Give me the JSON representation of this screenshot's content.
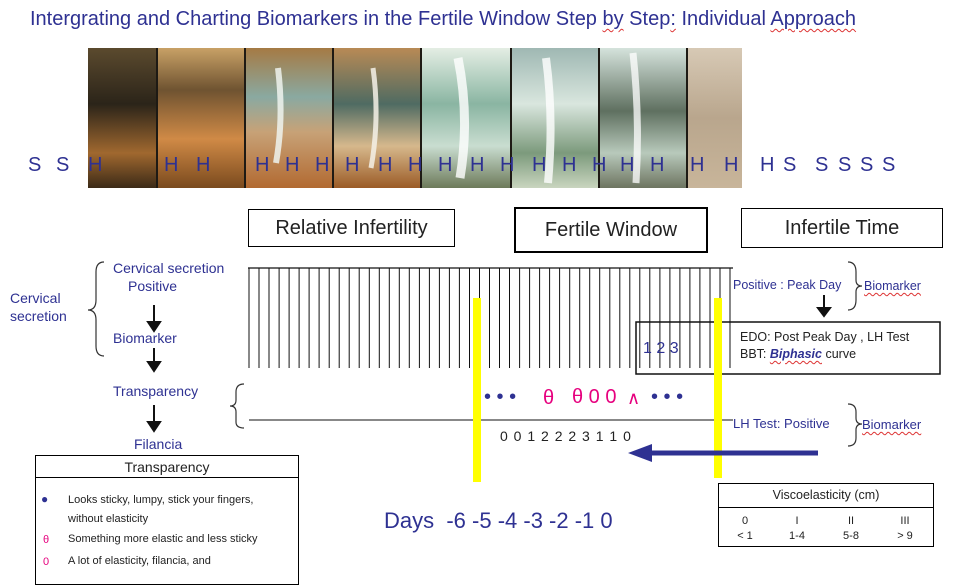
{
  "title": {
    "prefix": "Intergrating and Charting Biomarkers in the Fertile Window Step ",
    "by": "by",
    "mid": " Step",
    "colon": ":",
    "mid2": " Individual  ",
    "approach": "Approach"
  },
  "photo_letters": [
    "S",
    "S",
    "H",
    "H",
    "H",
    "H",
    "H",
    "H",
    "H",
    "H",
    "H",
    "H",
    "H",
    "H",
    "H",
    "H",
    "H",
    "H",
    "H",
    "H",
    "H",
    "H",
    "S",
    "S",
    "S",
    "S",
    "S"
  ],
  "phase_boxes": {
    "relative": "Relative  Infertility",
    "fertile": "Fertile Window",
    "infertile": "Infertile Time"
  },
  "left_labels": {
    "cervical_secretion_line1": "Cervical secretion",
    "positive": "Positive",
    "cervical_side_line1": "Cervical",
    "cervical_side_line2": "secretion",
    "biomarker": "Biomarker",
    "transparency": "Transparency",
    "filancia": "Filancia"
  },
  "right_labels": {
    "positive_peak_day": "Positive : Peak Day",
    "biomarker_1": "Biomarker",
    "edo": "EDO: Post  Peak Day , LH  Test",
    "bbt_prefix": "BBT: ",
    "bbt_biphasic": "Biphasic",
    "bbt_suffix": " curve",
    "lh_test": "LH Test: Positive",
    "biomarker_2": "Biomarker"
  },
  "post_peak_numbers": "1 2 3",
  "symbol_row": {
    "dots_left": "• • •",
    "theta1": "θ",
    "theta_group": "θ 0 0",
    "caret": "∧",
    "dots_right": "• • •"
  },
  "viscosity_numbers": "0 0  1 2   2   2   3  1 1 0",
  "days": {
    "label": "Days",
    "values": "-6 -5 -4 -3 -2 -1  0"
  },
  "legend": {
    "title": "Transparency",
    "items": [
      {
        "symbol": "●",
        "line1": "Looks sticky, lumpy, stick your fingers,",
        "line2": "without elasticity"
      },
      {
        "symbol": "θ",
        "line1": "Something more elastic and less sticky"
      },
      {
        "symbol": "0",
        "line1": "A lot of elasticity, filancia, and"
      }
    ]
  },
  "viscoelasticity": {
    "title": "Viscoelasticity (cm)",
    "grades": [
      "0",
      "I",
      "II",
      "III"
    ],
    "ranges": [
      "< 1",
      "1-4",
      "5-8",
      "> 9"
    ]
  },
  "colors": {
    "blue": "#2e3192",
    "magenta": "#e6007e",
    "yellow": "#ffff00",
    "arrow": "#2e3192"
  }
}
